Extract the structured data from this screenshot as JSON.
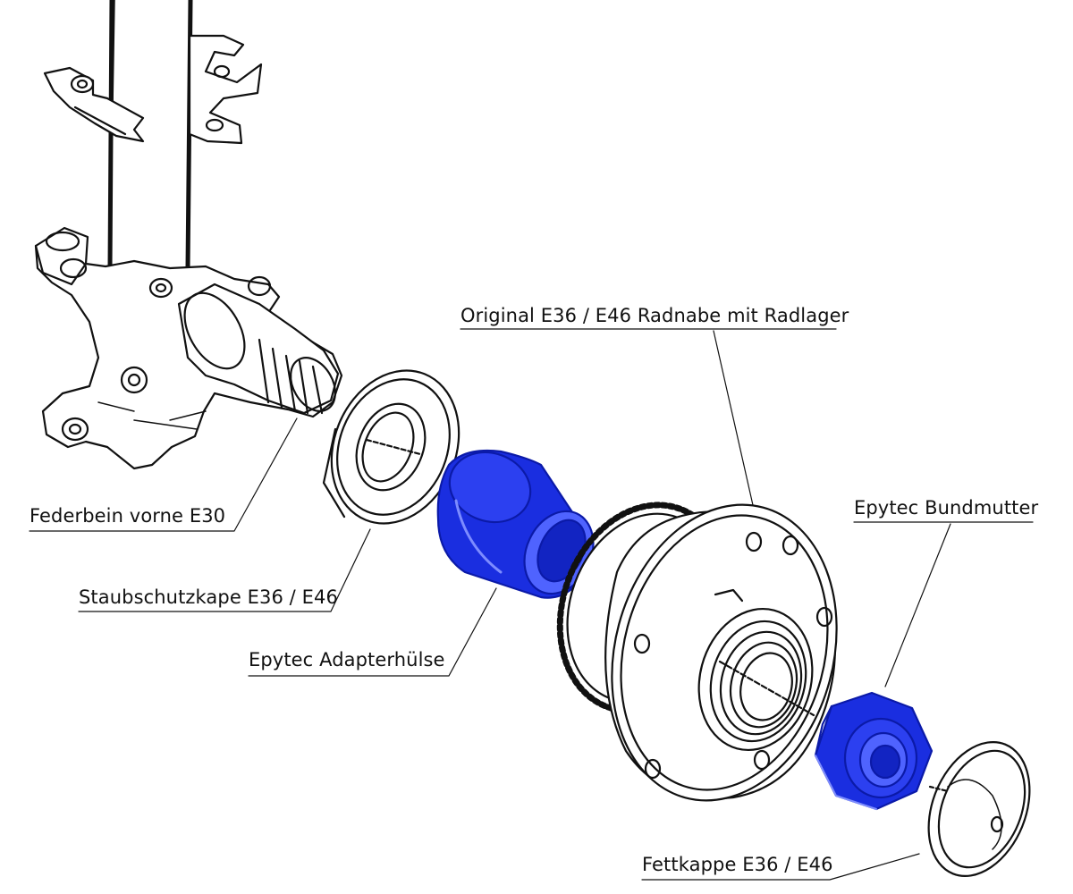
{
  "labels": {
    "radnabe": "Original E36 / E46 Radnabe mit Radlager",
    "federbein": "Federbein vorne E30",
    "staubschutzkappe": "Staubschutzkape E36 / E46",
    "adapterhuelse": "Epytec Adapterhülse",
    "bundmutter": "Epytec Bundmutter",
    "fettkappe": "Fettkappe E36 / E46"
  },
  "colors": {
    "line": "#111111",
    "highlight": "#1a2ee0",
    "highlight_dark": "#0b1aa8",
    "highlight_light": "#4f63ff",
    "background": "#ffffff"
  }
}
